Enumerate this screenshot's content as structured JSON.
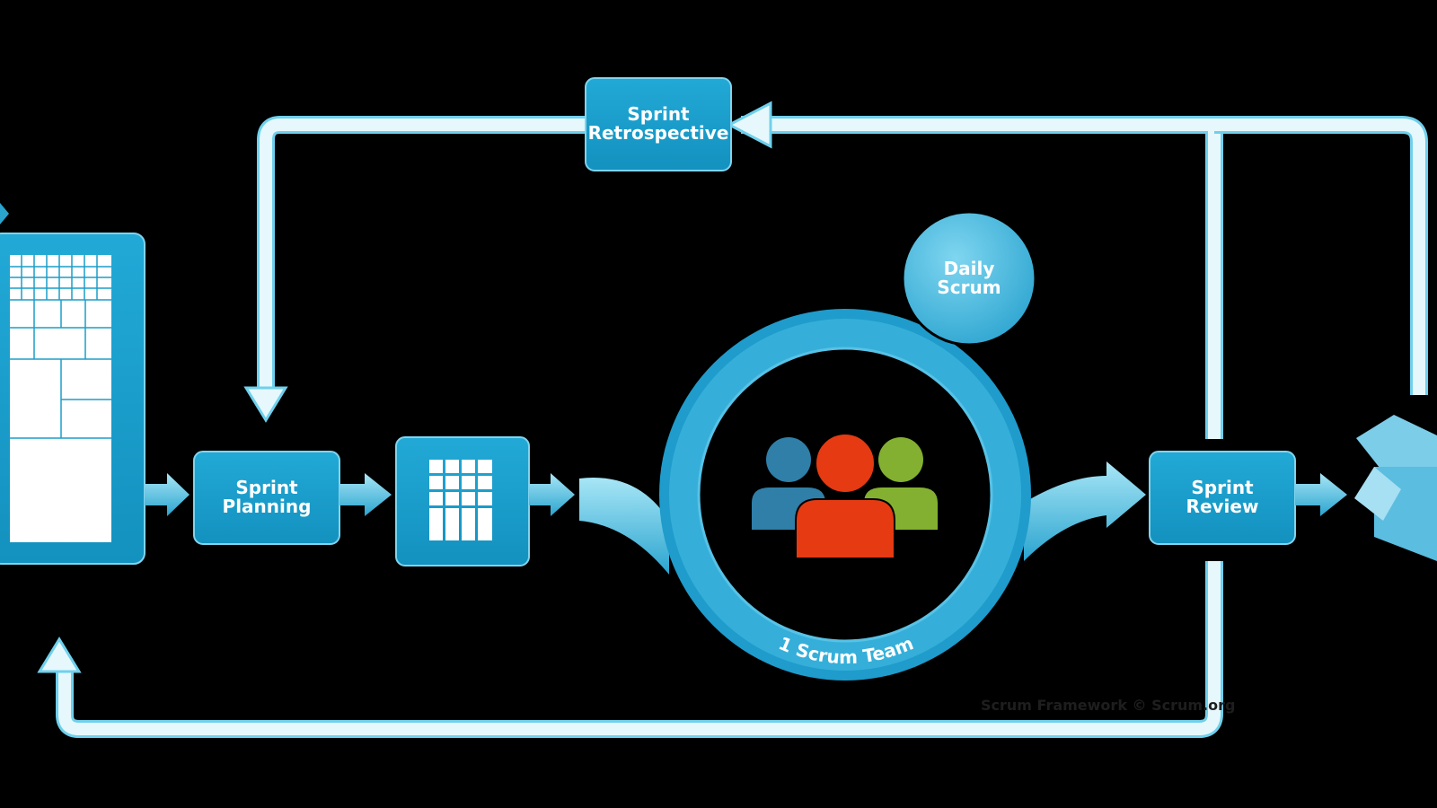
{
  "nodes": {
    "sprint_retrospective": "Sprint\nRetrospective",
    "daily_scrum": "Daily\nScrum",
    "sprint_planning": "Sprint\nPlanning",
    "sprint_review": "Sprint\nReview",
    "product_backlog": "Product\nBacklog",
    "sprint_backlog": "Sprint\nBacklog",
    "increment": "Increm",
    "scrum_team": "1 Scrum Team"
  },
  "credit": "Scrum Framework © Scrum.org",
  "colors": {
    "box": "#1b9ec9",
    "box_border": "#7fd4ee",
    "arrow": "#e6f8fc",
    "arrow_stroke": "#6fd0ec",
    "ring": "#2fa9d3",
    "person_blue": "#2f7fa8",
    "person_red": "#e53a12",
    "person_green": "#83b030"
  }
}
